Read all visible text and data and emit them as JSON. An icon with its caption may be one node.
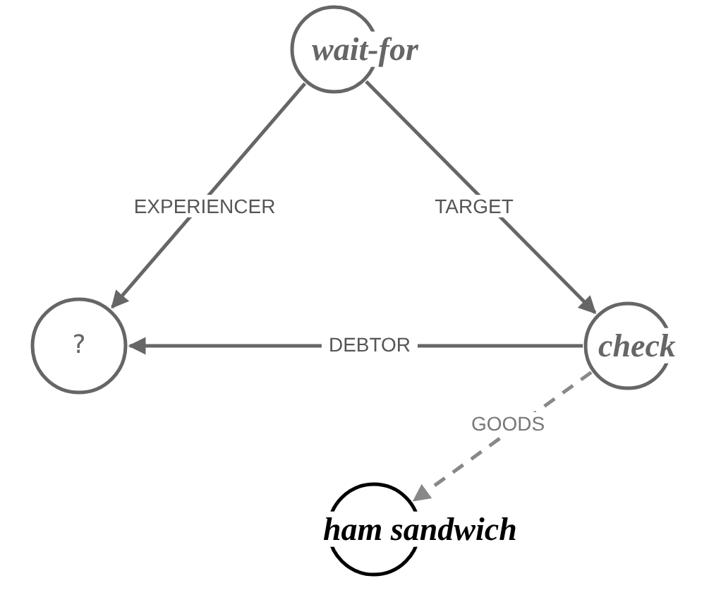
{
  "diagram": {
    "nodes": [
      {
        "text": [
          "wait-for"
        ]
      },
      {
        "text": [
          "?"
        ]
      },
      {
        "text": [
          "check"
        ]
      },
      {
        "text": [
          "ham sandwich"
        ]
      }
    ],
    "edges": [
      {
        "from": 0,
        "to": 1,
        "arrow": "to",
        "label": "EXPERIENCER"
      },
      {
        "from": 0,
        "to": 2,
        "arrow": "to",
        "label": "TARGET"
      },
      {
        "from": 2,
        "to": 1,
        "arrow": "to",
        "label": "DEBTOR"
      },
      {
        "from": 2,
        "to": 3,
        "arrow": "to",
        "label": "GOODS",
        "style": "dashed",
        "color": "#888888"
      }
    ]
  }
}
